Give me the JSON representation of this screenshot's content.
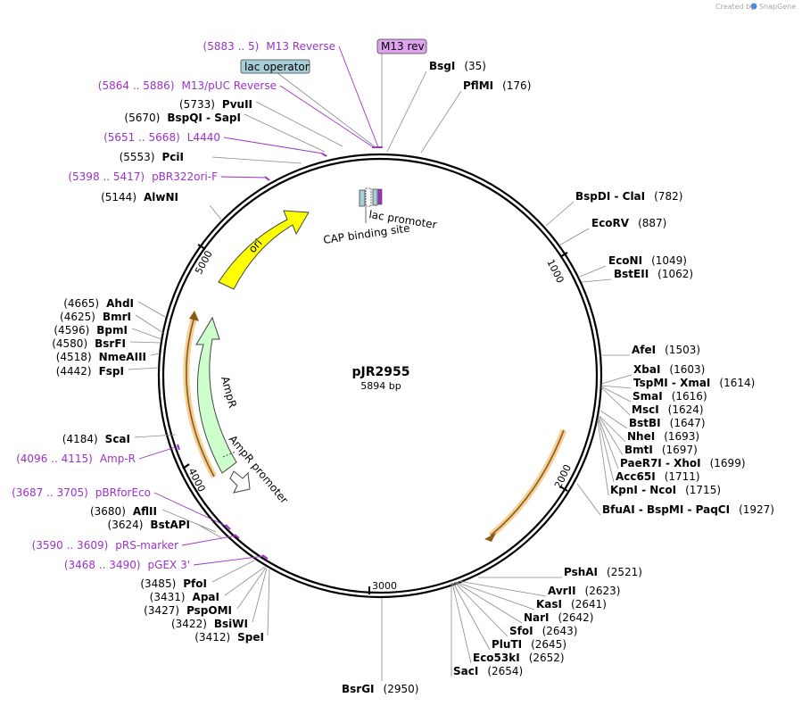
{
  "credit": {
    "prefix": "Created by",
    "brand": "SnapGene"
  },
  "plasmid": {
    "name": "pJR2955",
    "length_label": "5894 bp",
    "length": 5894
  },
  "ticks": [
    {
      "label": "1000"
    },
    {
      "label": "2000"
    },
    {
      "label": "3000"
    },
    {
      "label": "4000"
    },
    {
      "label": "5000"
    }
  ],
  "features": {
    "ori": {
      "label": "ori",
      "color": "#ffff00"
    },
    "ampr": {
      "label": "AmpR",
      "color": "#ccffcc"
    },
    "ampr_promoter": {
      "label": "AmpR promoter"
    },
    "lac_promoter": {
      "label": "lac promoter"
    },
    "cap_site": {
      "label": "CAP binding site"
    },
    "lac_operator": {
      "label": "lac operator",
      "color": "#a6cfd9"
    },
    "m13_rev": {
      "label": "M13 rev",
      "color": "#dda3ef"
    }
  },
  "sites": [
    {
      "name": "BsgI",
      "pos": "(35)"
    },
    {
      "name": "PflMI",
      "pos": "(176)"
    },
    {
      "name": "BspDI - ClaI",
      "pos": "(782)"
    },
    {
      "name": "EcoRV",
      "pos": "(887)"
    },
    {
      "name": "EcoNI",
      "pos": "(1049)"
    },
    {
      "name": "BstEII",
      "pos": "(1062)"
    },
    {
      "name": "AfeI",
      "pos": "(1503)"
    },
    {
      "name": "XbaI",
      "pos": "(1603)"
    },
    {
      "name": "TspMI - XmaI",
      "pos": "(1614)"
    },
    {
      "name": "SmaI",
      "pos": "(1616)"
    },
    {
      "name": "MscI",
      "pos": "(1624)"
    },
    {
      "name": "BstBI",
      "pos": "(1647)"
    },
    {
      "name": "NheI",
      "pos": "(1693)"
    },
    {
      "name": "BmtI",
      "pos": "(1697)"
    },
    {
      "name": "PaeR7I - XhoI",
      "pos": "(1699)"
    },
    {
      "name": "Acc65I",
      "pos": "(1711)"
    },
    {
      "name": "KpnI - NcoI",
      "pos": "(1715)"
    },
    {
      "name": "BfuAI - BspMI - PaqCI",
      "pos": "(1927)"
    },
    {
      "name": "PshAI",
      "pos": "(2521)"
    },
    {
      "name": "AvrII",
      "pos": "(2623)"
    },
    {
      "name": "KasI",
      "pos": "(2641)"
    },
    {
      "name": "NarI",
      "pos": "(2642)"
    },
    {
      "name": "SfoI",
      "pos": "(2643)"
    },
    {
      "name": "PluTI",
      "pos": "(2645)"
    },
    {
      "name": "Eco53kI",
      "pos": "(2652)"
    },
    {
      "name": "SacI",
      "pos": "(2654)"
    },
    {
      "name": "BsrGI",
      "pos": "(2950)"
    },
    {
      "name": "SpeI",
      "pos": "(3412)"
    },
    {
      "name": "BsiWI",
      "pos": "(3422)"
    },
    {
      "name": "PspOMI",
      "pos": "(3427)"
    },
    {
      "name": "ApaI",
      "pos": "(3431)"
    },
    {
      "name": "PfoI",
      "pos": "(3485)"
    },
    {
      "name": "BstAPI",
      "pos": "(3624)"
    },
    {
      "name": "AflII",
      "pos": "(3680)"
    },
    {
      "name": "ScaI",
      "pos": "(4184)"
    },
    {
      "name": "FspI",
      "pos": "(4442)"
    },
    {
      "name": "NmeAIII",
      "pos": "(4518)"
    },
    {
      "name": "BsrFI",
      "pos": "(4580)"
    },
    {
      "name": "BpmI",
      "pos": "(4596)"
    },
    {
      "name": "BmrI",
      "pos": "(4625)"
    },
    {
      "name": "AhdI",
      "pos": "(4665)"
    },
    {
      "name": "AlwNI",
      "pos": "(5144)"
    },
    {
      "name": "PciI",
      "pos": "(5553)"
    },
    {
      "name": "BspQI - SapI",
      "pos": "(5670)"
    },
    {
      "name": "PvuII",
      "pos": "(5733)"
    }
  ],
  "primers": [
    {
      "range": "(5883 .. 5)",
      "name": "M13 Reverse"
    },
    {
      "range": "(5864 .. 5886)",
      "name": "M13/pUC Reverse"
    },
    {
      "range": "(5651 .. 5668)",
      "name": "L4440"
    },
    {
      "range": "(5398 .. 5417)",
      "name": "pBR322ori-F"
    },
    {
      "range": "(4096 .. 4115)",
      "name": "Amp-R"
    },
    {
      "range": "(3687 .. 3705)",
      "name": "pBRforEco"
    },
    {
      "range": "(3590 .. 3609)",
      "name": "pRS-marker"
    },
    {
      "range": "(3468 .. 3490)",
      "name": "pGEX 3'"
    }
  ]
}
